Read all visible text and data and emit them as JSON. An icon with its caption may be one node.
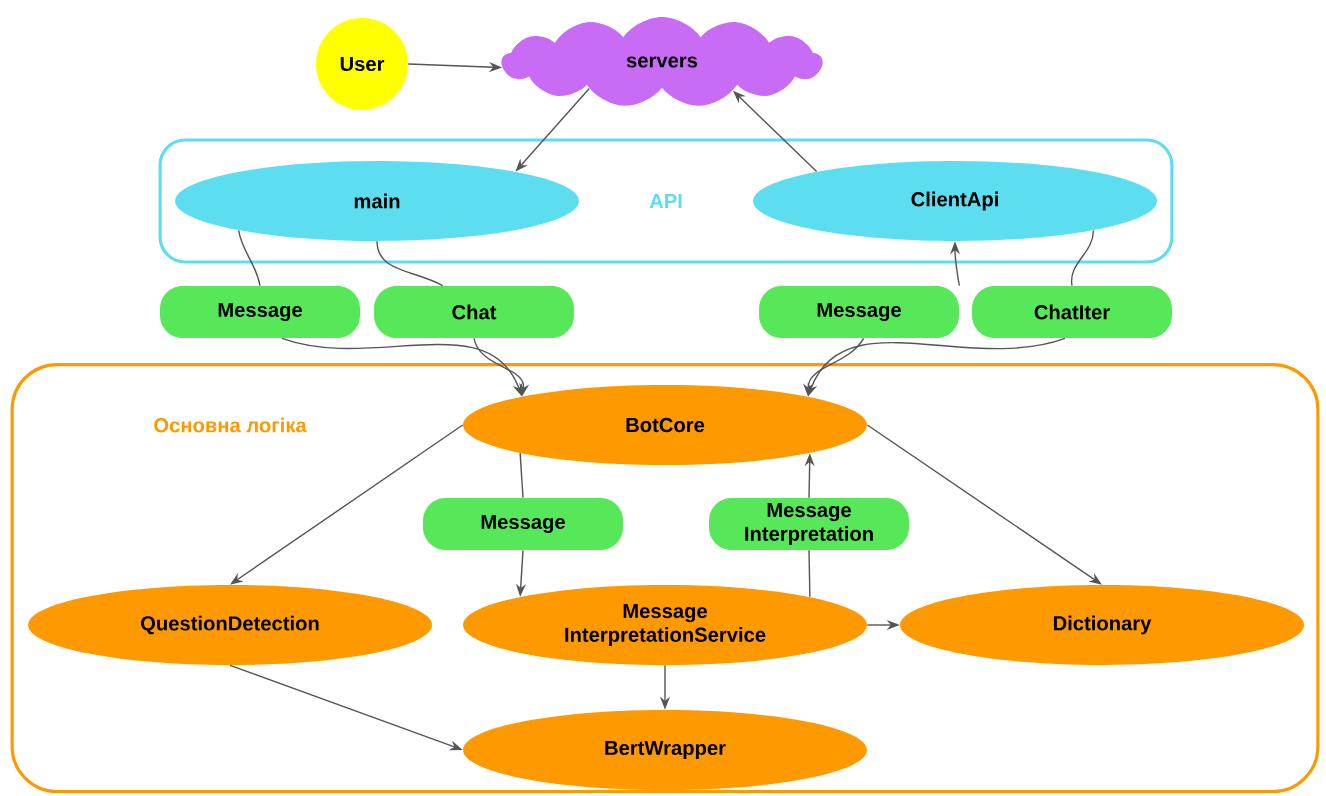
{
  "diagram": {
    "nodes": [
      {
        "text": [
          "User"
        ]
      },
      {
        "text": [
          "servers"
        ]
      },
      {
        "text": [
          "API"
        ]
      },
      {
        "text": [
          "main"
        ],
        "in": 2
      },
      {
        "text": [
          "ClientApi"
        ],
        "in": 2
      },
      {
        "text": [
          "Message"
        ]
      },
      {
        "text": [
          "Chat"
        ]
      },
      {
        "text": [
          "Message"
        ]
      },
      {
        "text": [
          "ChatIter"
        ]
      },
      {
        "text": [
          "Основна логіка"
        ]
      },
      {
        "text": [
          "BotCore"
        ],
        "in": 9
      },
      {
        "text": [
          "Message"
        ],
        "in": 9
      },
      {
        "text": [
          "Message Interpretation"
        ],
        "in": 9
      },
      {
        "text": [
          "QuestionDetection"
        ],
        "in": 9
      },
      {
        "text": [
          "Message InterpretationService"
        ],
        "in": 9
      },
      {
        "text": [
          "Dictionary"
        ],
        "in": 9
      },
      {
        "text": [
          "BertWrapper"
        ],
        "in": 9
      }
    ],
    "edges": [
      {
        "from": 0,
        "to": 1,
        "arrow": "to"
      },
      {
        "from": 1,
        "to": 3,
        "arrow": "to"
      },
      {
        "from": 4,
        "to": 1,
        "arrow": "to"
      },
      {
        "from": 3,
        "to": 5,
        "arrow": "none"
      },
      {
        "from": 3,
        "to": 6,
        "arrow": "none"
      },
      {
        "from": 5,
        "to": 10,
        "arrow": "to"
      },
      {
        "from": 6,
        "to": 10,
        "arrow": "to"
      },
      {
        "from": 7,
        "to": 4,
        "arrow": "to"
      },
      {
        "from": 7,
        "to": 10,
        "arrow": "to"
      },
      {
        "from": 4,
        "to": 8,
        "arrow": "none"
      },
      {
        "from": 8,
        "to": 10,
        "arrow": "to"
      },
      {
        "from": 10,
        "to": 13,
        "arrow": "to"
      },
      {
        "from": 10,
        "to": 11,
        "arrow": "none"
      },
      {
        "from": 11,
        "to": 14,
        "arrow": "to"
      },
      {
        "from": 14,
        "to": 12,
        "arrow": "none"
      },
      {
        "from": 12,
        "to": 10,
        "arrow": "to"
      },
      {
        "from": 10,
        "to": 15,
        "arrow": "to"
      },
      {
        "from": 14,
        "to": 15,
        "arrow": "to"
      },
      {
        "from": 14,
        "to": 16,
        "arrow": "to"
      },
      {
        "from": 13,
        "to": 16,
        "arrow": "to"
      }
    ]
  }
}
